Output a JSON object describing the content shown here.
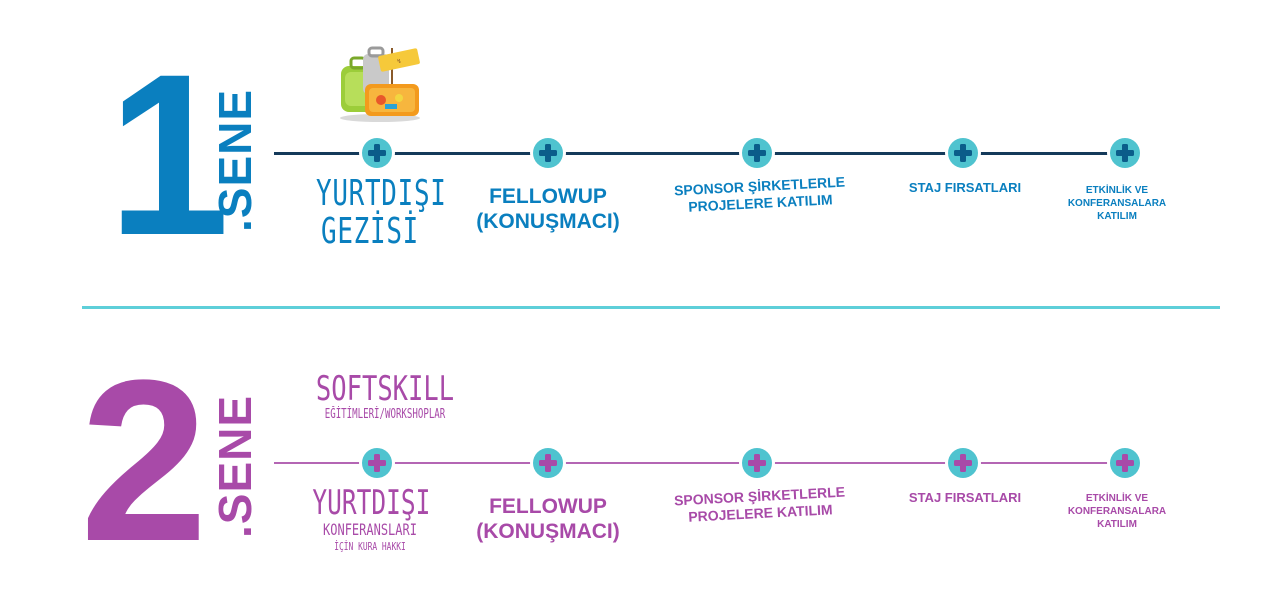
{
  "colors": {
    "year1": "#0a7fbf",
    "year1_line": "#143a5a",
    "year1_plus": "#0b5d8a",
    "year2": "#a84aa8",
    "year2_line": "#b466b4",
    "year2_plus": "#a84aa8",
    "node_fill": "#4fc3cf",
    "divider": "#5ecfd9"
  },
  "year1": {
    "number": "1",
    "label": ".SENE",
    "illustration_icon": "luggage-icon",
    "top_item": {
      "line1": "YURTDIŞI",
      "line2": "GEZİSİ"
    },
    "items": [
      {
        "lines": [
          "FELLOWUP",
          "(KONUŞMACI)"
        ]
      },
      {
        "lines": [
          "SPONSOR ŞİRKETLERLE",
          "PROJELERE KATILIM"
        ]
      },
      {
        "lines": [
          "STAJ FIRSATLARI"
        ]
      },
      {
        "lines": [
          "ETKİNLİK VE",
          "KONFERANSALARA",
          "KATILIM"
        ]
      }
    ]
  },
  "year2": {
    "number": "2",
    "label": ".SENE",
    "softskill": {
      "line1": "SOFTSKILL",
      "line2": "EĞİTİMLERİ/WORKSHOPLAR"
    },
    "first_item": {
      "line1": "YURTDIŞI",
      "line2": "KONFERANSLARI",
      "line3": "İÇİN KURA HAKKI"
    },
    "items": [
      {
        "lines": [
          "FELLOWUP",
          "(KONUŞMACI)"
        ]
      },
      {
        "lines": [
          "SPONSOR ŞİRKETLERLE",
          "PROJELERE KATILIM"
        ]
      },
      {
        "lines": [
          "STAJ FIRSATLARI"
        ]
      },
      {
        "lines": [
          "ETKİNLİK VE",
          "KONFERANSALARA",
          "KATILIM"
        ]
      }
    ]
  }
}
